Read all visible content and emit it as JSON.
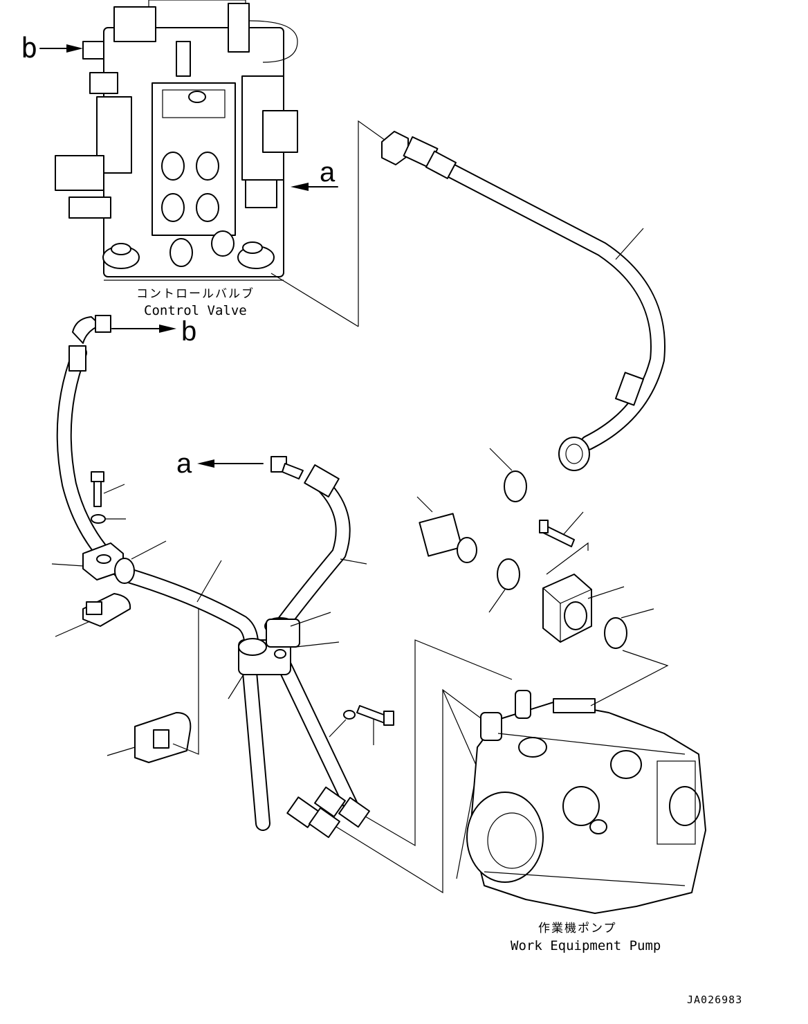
{
  "labels": {
    "ref_b_top": "b",
    "ref_a_right": "a",
    "ref_b_hose": "b",
    "ref_a_hose": "a"
  },
  "components": {
    "control_valve": {
      "jp": "コントロールバルブ",
      "en": "Control Valve"
    },
    "work_equipment_pump": {
      "jp": "作業機ポンプ",
      "en": "Work Equipment Pump"
    }
  },
  "drawing_code": "JA026983"
}
